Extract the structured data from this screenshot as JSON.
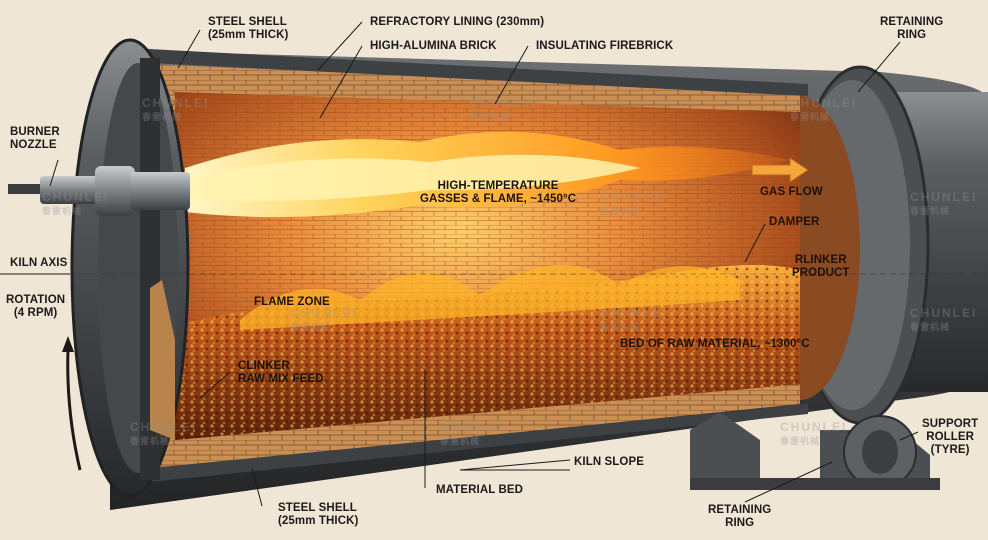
{
  "labels": {
    "steel_shell_top": [
      "STEEL SHELL",
      "(25mm THICK)"
    ],
    "refractory_lining": "REFRACTORY LINING (230mm)",
    "high_alumina_brick": "HIGH-ALUMINA BRICK",
    "insulating_firebrick": "INSULATING FIREBRICK",
    "retaining_ring_top": [
      "RETAINING",
      "RING"
    ],
    "burner_nozzle": [
      "BURNER",
      "NOZZLE"
    ],
    "high_temp_gases": [
      "HIGH-TEMPERATURE",
      "GASSES & FLAME, ~1450°C"
    ],
    "gas_flow": "GAS FLOW",
    "damper": "DAMPER",
    "clinker_product": [
      "RLINKER",
      "PRODUCT"
    ],
    "kiln_axis": "KILN AXIS",
    "rotation": [
      "ROTATION",
      "(4 RPM)"
    ],
    "flame_zone": "FLAME ZONE",
    "bed_raw_material": "BED OF RAW MATERIAL, ~1300°C",
    "clinker_raw_mix": [
      "CLINKER",
      "RAW MIX FEED"
    ],
    "support_roller": [
      "SUPPORT",
      "ROLLER",
      "(TYRE)"
    ],
    "kiln_slope": "KILN SLOPE",
    "material_bed": "MATERIAL BED",
    "steel_shell_bottom": [
      "STEEL SHELL",
      "(25mm THICK)"
    ],
    "retaining_ring_bottom": [
      "RETAINING",
      "RING"
    ]
  },
  "watermark": {
    "brand": "CHUNLEI",
    "sub": "春雷机械"
  },
  "colors": {
    "background": "#efe6d6",
    "steel": "#55595c",
    "brick": "#d99a52",
    "flame": "#ffb627",
    "bed": "#8a3c12"
  },
  "icons": [
    "burner-nozzle-icon",
    "gas-flow-arrow-icon",
    "rotation-arrow-icon"
  ]
}
